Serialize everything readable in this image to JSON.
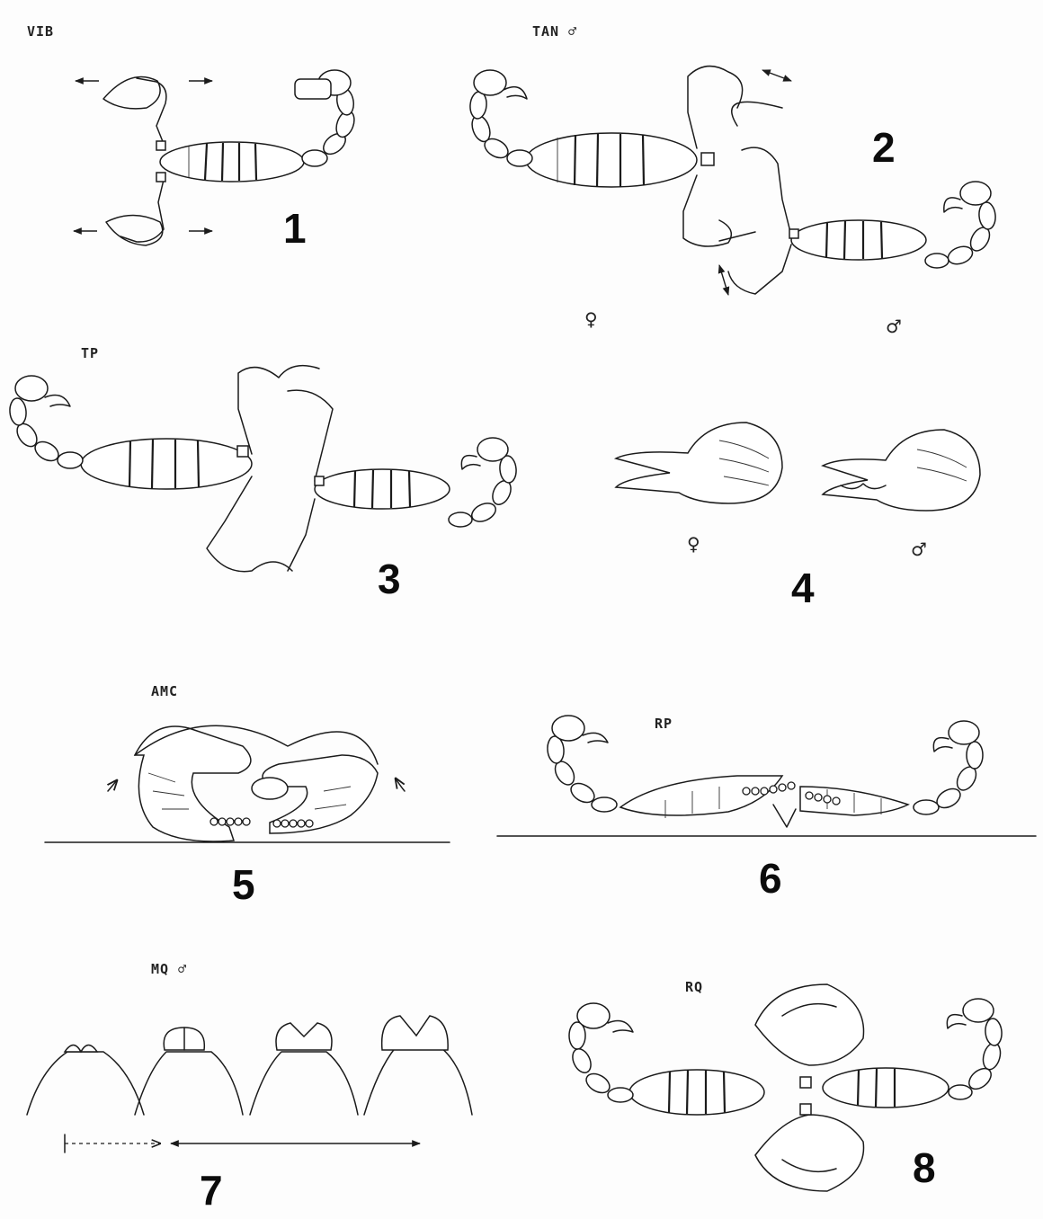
{
  "plate": {
    "panels": [
      {
        "number": "1",
        "code": "VIB",
        "sex_marks": []
      },
      {
        "number": "2",
        "code": "TAN ♂",
        "sex_marks": [
          "♀",
          "♂"
        ]
      },
      {
        "number": "3",
        "code": "TP",
        "sex_marks": []
      },
      {
        "number": "4",
        "code": "",
        "sex_marks": [
          "♀",
          "♂"
        ]
      },
      {
        "number": "5",
        "code": "AMC",
        "sex_marks": []
      },
      {
        "number": "6",
        "code": "RP",
        "sex_marks": []
      },
      {
        "number": "7",
        "code": "MQ ♂",
        "sex_marks": []
      },
      {
        "number": "8",
        "code": "RQ",
        "sex_marks": []
      }
    ]
  },
  "style": {
    "ink": "#1b1b1b",
    "paper": "#fdfdfd"
  }
}
